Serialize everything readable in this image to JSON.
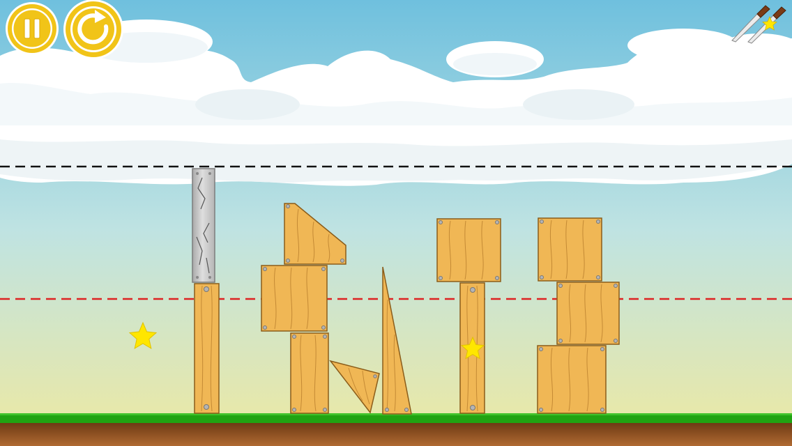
{
  "hud": {
    "pause_button": {
      "icon": "pause-icon"
    },
    "restart_button": {
      "icon": "restart-icon"
    },
    "knife_counter": {
      "icon": "knife-icon",
      "count": 2,
      "bonus_icon": "star-icon"
    }
  },
  "level": {
    "stars_collectible": 2,
    "guide_lines": [
      {
        "name": "target-line-top",
        "color": "#111111",
        "style": "dashed"
      },
      {
        "name": "target-line-bottom",
        "color": "#dd2222",
        "style": "dashed"
      }
    ],
    "blocks": [
      {
        "name": "stone-pillar",
        "material": "stone"
      },
      {
        "name": "wood-tall-pillar-left",
        "material": "wood"
      },
      {
        "name": "wood-trapezoid-top",
        "material": "wood"
      },
      {
        "name": "wood-crate-middle",
        "material": "wood"
      },
      {
        "name": "wood-pillar-center-left",
        "material": "wood"
      },
      {
        "name": "wood-triangle-small",
        "material": "wood"
      },
      {
        "name": "wood-triangle-tall",
        "material": "wood"
      },
      {
        "name": "wood-crate-top-center",
        "material": "wood"
      },
      {
        "name": "wood-pillar-center-right",
        "material": "wood"
      },
      {
        "name": "wood-crate-right-top",
        "material": "wood"
      },
      {
        "name": "wood-crate-right-middle",
        "material": "wood"
      },
      {
        "name": "wood-crate-right-bottom",
        "material": "wood"
      }
    ]
  },
  "colors": {
    "sky_top": "#63b8d8",
    "sky_bottom": "#e6e6a8",
    "cloud": "#ffffff",
    "grass": "#21a312",
    "soil": "#a05a28",
    "wood": "#f0b755",
    "wood_edge": "#8a5c1a",
    "stone": "#c7c7c7",
    "button_gold": "#f1c418",
    "star": "#ffe600"
  }
}
